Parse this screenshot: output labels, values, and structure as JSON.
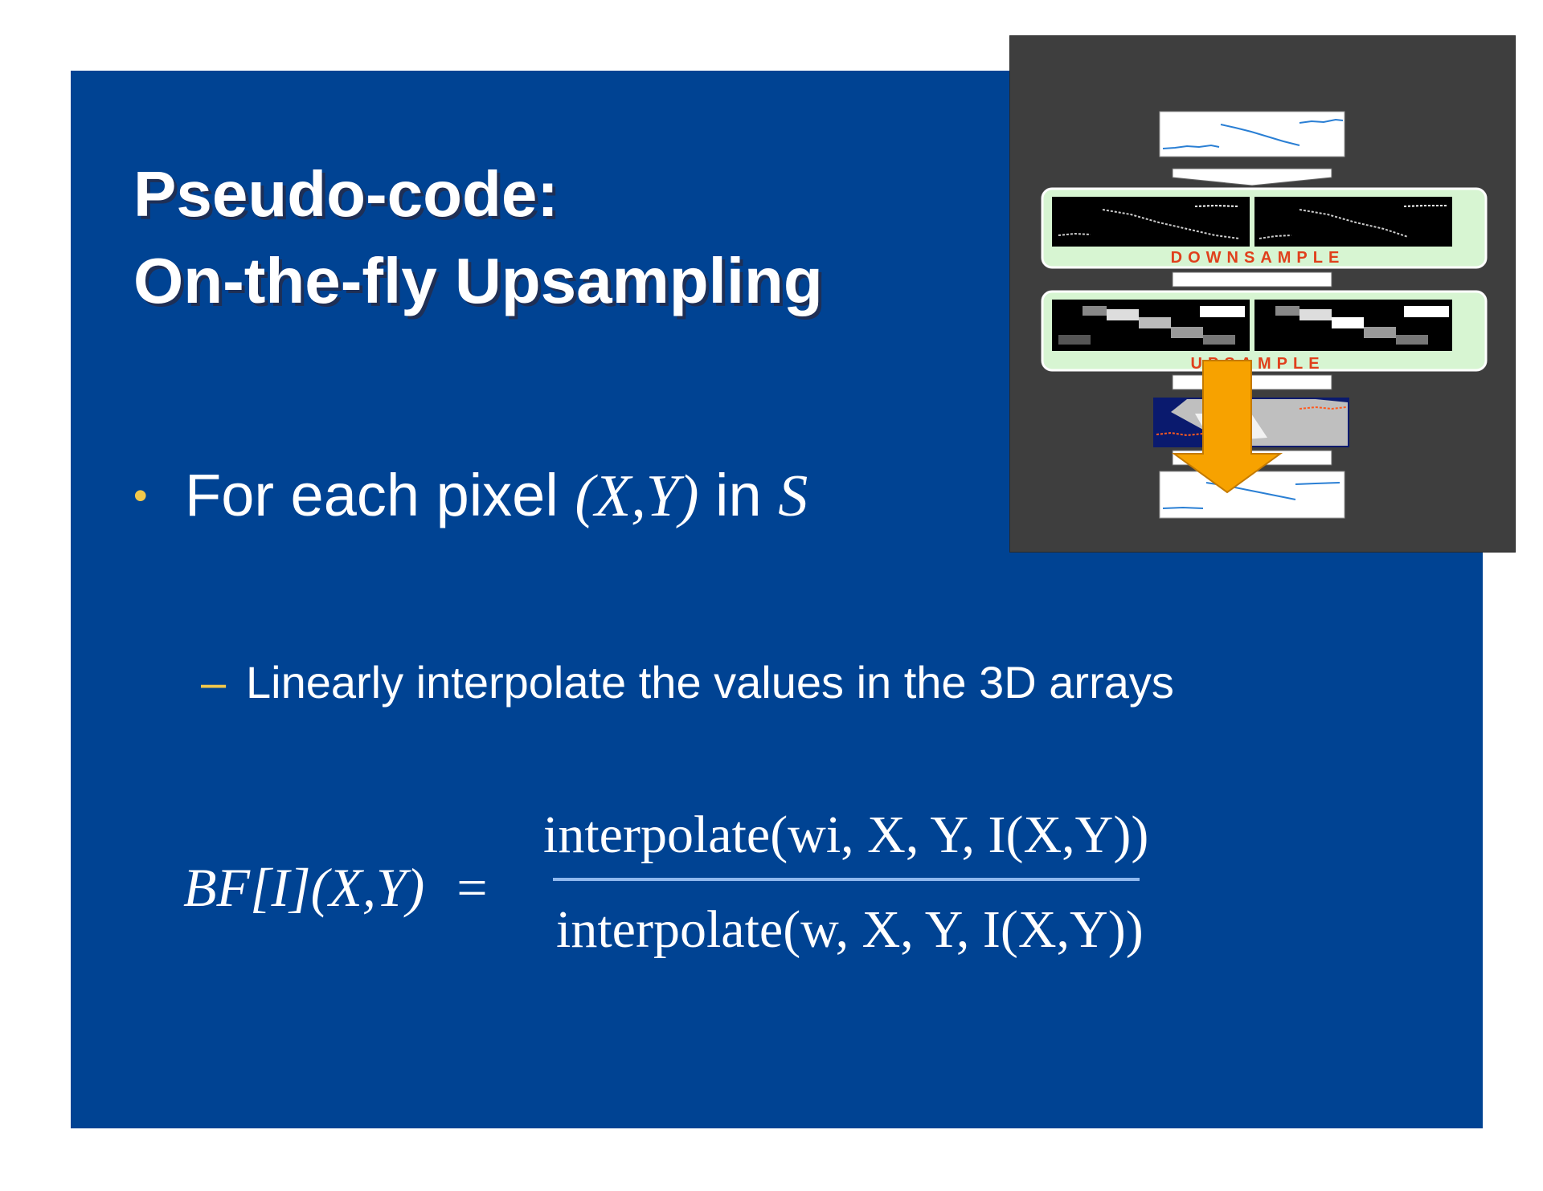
{
  "slide": {
    "title_line1": "Pseudo-code:",
    "title_line2": "On-the-fly Upsampling",
    "bullet": {
      "marker": "•",
      "prefix": "For each pixel ",
      "coords": "(X,Y)",
      "middle": " in ",
      "set": "S"
    },
    "sub_bullet": {
      "marker": "–",
      "text": "Linearly interpolate the values in the 3D arrays"
    },
    "equation": {
      "lhs": "BF[I](X,Y)",
      "equals": "=",
      "numerator": "interpolate(wi, X, Y, I(X,Y))",
      "denominator": "interpolate(w, X, Y, I(X,Y))"
    }
  },
  "figure": {
    "downsample_label": "DOWNSAMPLE",
    "upsample_label": "UPSAMPLE",
    "colors": {
      "background": "#3e3e3e",
      "panel_fill": "#d7f5d2",
      "label": "#e0401c",
      "arrow": "#f7a200",
      "signal_blue": "#2a7fd4",
      "signal_orange": "#ff5a1f"
    }
  },
  "colors": {
    "slide_bg": "#004393",
    "bullet_marker": "#f2c84b",
    "fraction_line": "#8fb8ee"
  }
}
